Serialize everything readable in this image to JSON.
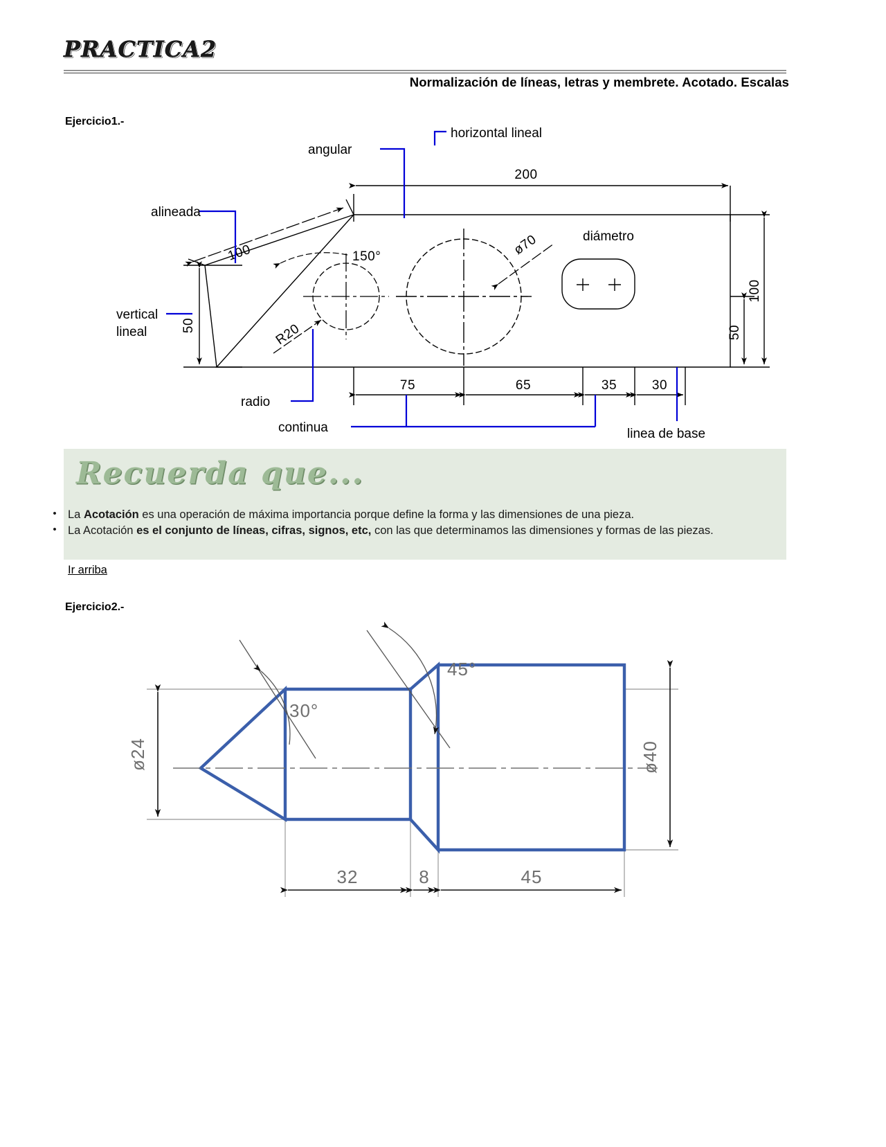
{
  "document": {
    "title": "PRACTICA2",
    "subtitle": "Normalización de líneas, letras y membrete. Acotado. Escalas"
  },
  "exercise1": {
    "label": "Ejercicio1.-",
    "annotations": {
      "angular": "angular",
      "horizontal_lineal": "horizontal lineal",
      "alineada": "alineada",
      "diametro": "diámetro",
      "vertical_lineal_1": "vertical",
      "vertical_lineal_2": "lineal",
      "radio": "radio",
      "continua": "continua",
      "linea_de_base": "linea de base"
    },
    "dimensions": {
      "aligned_100": "100",
      "angle_150": "150°",
      "top_200": "200",
      "diameter_70": "ø70",
      "left_50": "50",
      "radius_20": "R20",
      "right_100": "100",
      "right_50": "50",
      "chain_75": "75",
      "chain_65": "65",
      "chain_35": "35",
      "chain_30": "30"
    }
  },
  "remember": {
    "heading": "Recuerda que...",
    "bullet_marker": "•",
    "bullets": [
      {
        "plain1": "La ",
        "bold1": "Acotación",
        "plain2": " es una operación de máxima importancia porque define la forma y las dimensiones de una pieza."
      },
      {
        "plain1": "La Acotación ",
        "bold1": "es el conjunto de líneas, cifras, signos, etc,",
        "plain2": " con las que determinamos las dimensiones y formas de las piezas."
      }
    ],
    "link": "Ir arriba",
    "background_color": "#e4ebe1",
    "heading_color": "#9dba96"
  },
  "exercise2": {
    "label": "Ejercicio2.-",
    "part_color": "#3b5fab",
    "dimensions": {
      "angle_30": "30°",
      "angle_45": "45°",
      "diameter_24": "ø24",
      "diameter_40": "ø40",
      "length_32": "32",
      "length_8": "8",
      "length_45": "45"
    }
  }
}
